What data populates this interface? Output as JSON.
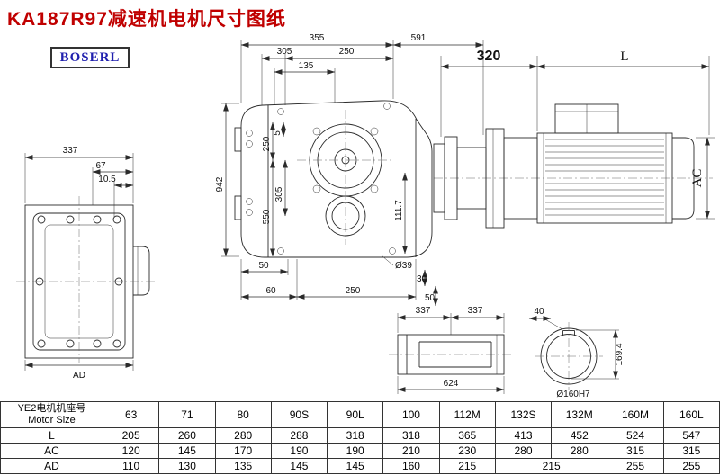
{
  "title": "KA187R97减速机电机尺寸图纸",
  "logo": "BOSERL",
  "colors": {
    "title_red": "#c00000",
    "logo_blue": "#1f1fae",
    "line": "#2b2b2b"
  },
  "drawing": {
    "rear": {
      "w337": "337",
      "w67": "67",
      "w105": "10.5",
      "ad": "AD"
    },
    "main": {
      "t355": "355",
      "t591": "591",
      "t305": "305",
      "t250": "250",
      "t135": "135",
      "l250": "250",
      "l5": "5",
      "l305": "305",
      "l550": "550",
      "l942": "942",
      "r1117": "111.7",
      "b50a": "50",
      "b60": "60",
      "b250": "250",
      "b39": "Ø39",
      "b30": "30",
      "b50b": "50"
    },
    "motor": {
      "d320": "320",
      "dL": "L",
      "dAC": "AC"
    },
    "shaft": {
      "a337": "337",
      "b337": "337",
      "c624": "624"
    },
    "bore": {
      "k40": "40",
      "h1694": "169.4",
      "dia": "Ø160H7"
    }
  },
  "table": {
    "header": {
      "line1": "YE2电机机座号",
      "line2": "Motor Size",
      "cols": [
        "63",
        "71",
        "80",
        "90S",
        "90L",
        "100",
        "112M",
        "132S",
        "132M",
        "160M",
        "160L"
      ]
    },
    "rows": [
      {
        "label": "L",
        "values": [
          "205",
          "260",
          "280",
          "288",
          "318",
          "318",
          "365",
          "413",
          "452",
          "524",
          "547"
        ]
      },
      {
        "label": "AC",
        "values": [
          "120",
          "145",
          "170",
          "190",
          "190",
          "210",
          "230",
          "280",
          "280",
          "315",
          "315"
        ]
      },
      {
        "label": "AD",
        "values": [
          "110",
          "130",
          "135",
          "145",
          "145",
          "160",
          "215",
          "215",
          "255",
          "255"
        ]
      }
    ]
  }
}
